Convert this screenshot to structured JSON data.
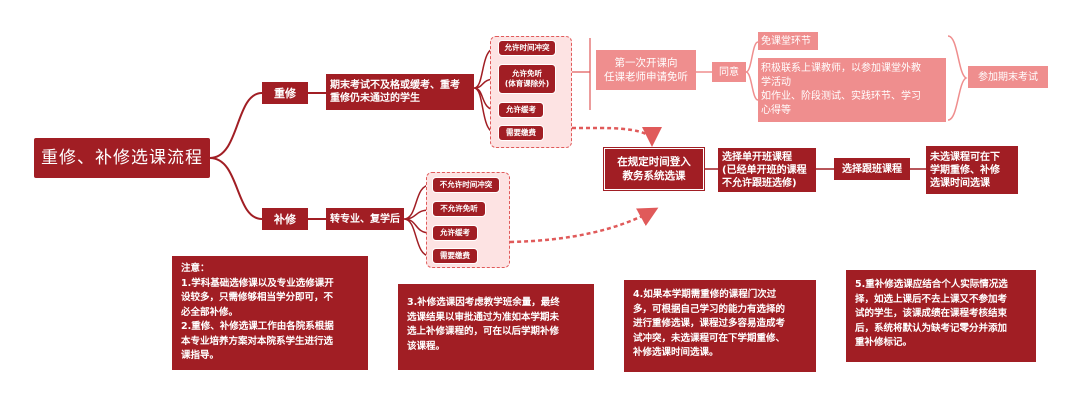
{
  "root": "重修、补修选课流程",
  "retake": {
    "label": "重修",
    "condition": [
      "期末考试不及格或缓考、重考",
      "重修仍未通过的学生"
    ],
    "options": [
      "允许时间冲突",
      "允许免听\n(体育课除外)",
      "允许缓考",
      "需要缴费"
    ],
    "apply": [
      "第一次开课向",
      "任课老师申请免听"
    ],
    "agree": "同意",
    "outcomes": {
      "first": "免课堂环节",
      "second": [
        "积极联系上课教师，以参加课堂外教",
        "学活动",
        "如作业、阶段测试、实践环节、学习",
        "心得等"
      ]
    },
    "exam": "参加期末考试"
  },
  "makeup": {
    "label": "补修",
    "condition": "转专业、复学后",
    "options": [
      "不允许时间冲突",
      "不允许免听",
      "允许缓考",
      "需要缴费"
    ]
  },
  "flow": {
    "login": [
      "在规定时间登入",
      "教务系统选课"
    ],
    "select": [
      "选择单开班课程",
      "(已经单开班的课程",
      "不允许跟班选修)"
    ],
    "follow": "选择跟班课程",
    "notselected": [
      "未选课程可在下",
      "学期重修、补修",
      "选课时间选课"
    ]
  },
  "notes": {
    "n1": [
      "注意：",
      "1.学科基础选修课以及专业选修课开",
      "设较多，只需修够相当学分即可，不",
      "必全部补修。",
      "2.重修、补修选课工作由各院系根据",
      "本专业培养方案对本院系学生进行选",
      "课指导。"
    ],
    "n3": [
      "3.补修选课因考虑教学班余量，最终",
      "选课结果以审批通过为准如本学期未",
      "选上补修课程的，可在以后学期补修",
      "该课程。"
    ],
    "n4": [
      "4.如果本学期需重修的课程门次过",
      "多，可根据自己学习的能力有选择的",
      "进行重修选课，课程过多容易造成考",
      "试冲突，未选课程可在下学期重修、",
      "补修选课时间选课。"
    ],
    "n5": [
      "5.重补修选课应结合个人实际情况选",
      "择，如选上课后不去上课又不参加考",
      "试的学生，该课成绩在课程考核结束",
      "后，系统将默认为缺考记零分并添加",
      "重补修标记。"
    ]
  },
  "colors": {
    "dark": "#a11e24",
    "light": "#ef8e8e",
    "dashed": "#e05a5a",
    "tint": "#fde3e3"
  }
}
